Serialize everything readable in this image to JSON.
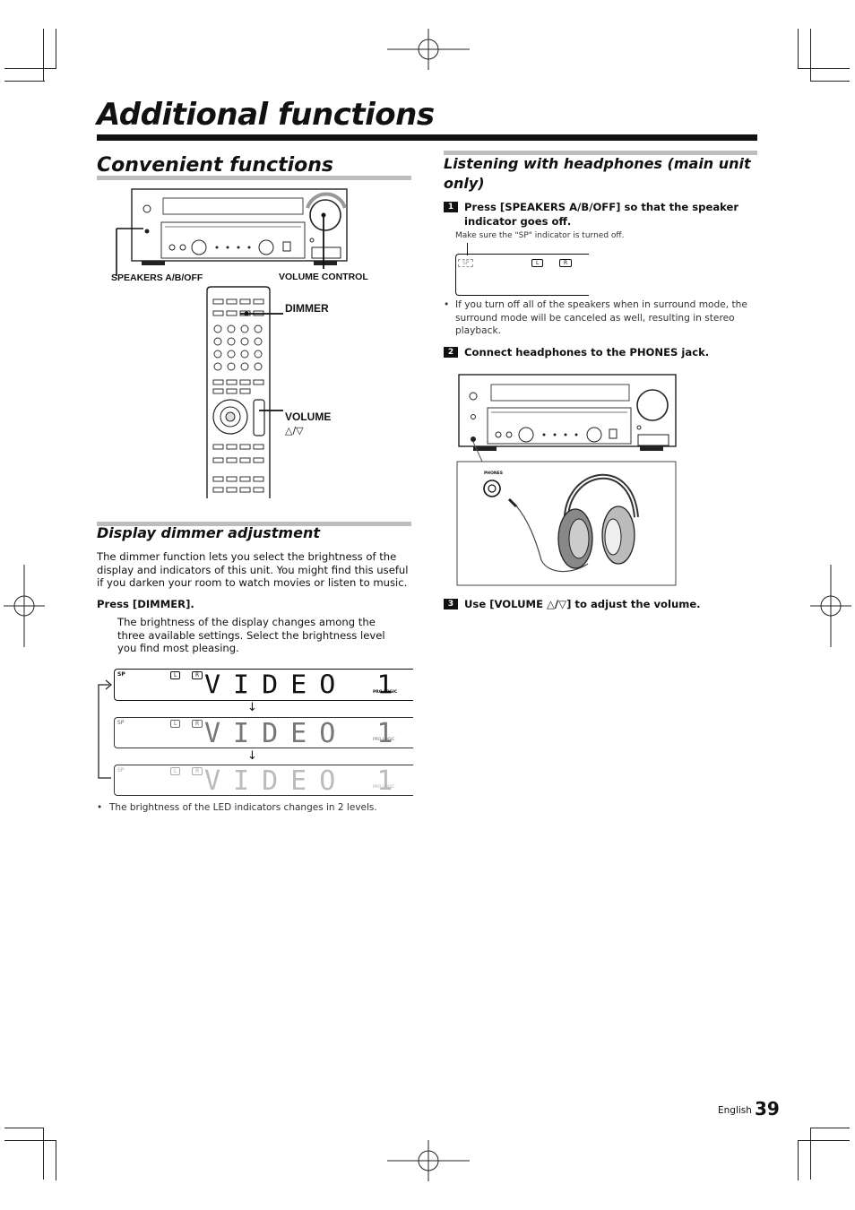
{
  "page": {
    "main_title": "Additional functions",
    "left_section_title": "Convenient functions",
    "right_section_title_line1": "Listening with headphones (main unit",
    "right_section_title_line2": "only)",
    "footer_language": "English",
    "page_number": "39"
  },
  "receiver_labels": {
    "speakers": "SPEAKERS A/B/OFF",
    "volume_control": "VOLUME CONTROL"
  },
  "remote_labels": {
    "dimmer": "DIMMER",
    "volume": "VOLUME",
    "volume_symbols": "△/▽"
  },
  "dimmer_section": {
    "title": "Display dimmer adjustment",
    "paragraph": "The dimmer function lets you select the brightness of the display and indicators of this unit. You might find this useful if you darken your room to watch movies or listen to music.",
    "press_label": "Press [DIMMER].",
    "press_desc": "The brightness of the display changes among the three available settings. Select the brightness level you find most pleasing.",
    "display_text": "VIDEO 1",
    "display_sp": "SP",
    "display_l": "L",
    "display_r": "R",
    "display_small": "PRO LOGIC",
    "note": "The brightness of the LED indicators changes in 2 levels."
  },
  "headphones_section": {
    "step1_num": "1",
    "step1_text_line1": "Press [SPEAKERS A/B/OFF] so that the speaker",
    "step1_text_line2": "indicator goes off.",
    "step1_note": "Make sure the \"SP\" indicator is turned off.",
    "display_sp": "SP",
    "display_l": "L",
    "display_r": "R",
    "bullet_note": "If you turn off all of the speakers when in surround mode, the surround mode will be canceled as well, resulting in stereo playback.",
    "step2_num": "2",
    "step2_text": "Connect headphones to the PHONES jack.",
    "phones_label": "PHONES",
    "step3_num": "3",
    "step3_text": "Use [VOLUME △/▽] to adjust the volume."
  }
}
